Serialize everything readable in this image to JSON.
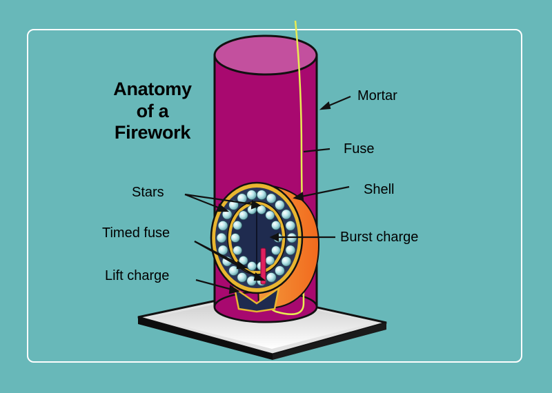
{
  "title": {
    "line1": "Anatomy",
    "line2": "of a",
    "line3": "Firework"
  },
  "labels": {
    "mortar": "Mortar",
    "fuse": "Fuse",
    "shell": "Shell",
    "stars": "Stars",
    "burst_charge": "Burst charge",
    "timed_fuse": "Timed fuse",
    "lift_charge": "Lift charge"
  },
  "colors": {
    "background": "#68b8b9",
    "mortar": "#a8096f",
    "mortar_top": "#c3509e",
    "fuse": "#e8ec52",
    "shell_outer": "#f07f2a",
    "shell_gold": "#e9b630",
    "stars": "#b9e6ea",
    "burst_charge": "#1f2b4f",
    "timed_fuse": "#e0205f",
    "base_top": "#e0e0e0"
  }
}
